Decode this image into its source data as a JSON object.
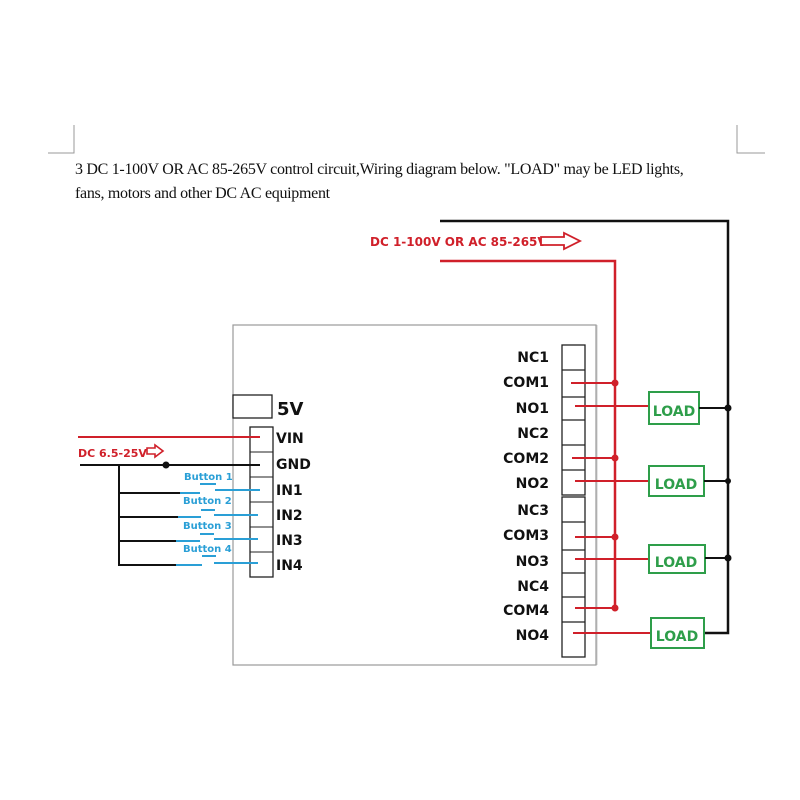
{
  "description": {
    "line1": "3 DC 1-100V OR AC 85-265V control circuit,Wiring diagram below. \"LOAD\" may be LED lights,",
    "line2": "fans, motors and other DC AC equipment"
  },
  "colors": {
    "power_red": "#d0202a",
    "wire_black": "#111111",
    "button_blue": "#2a9fd6",
    "load_green": "#2e9e4a",
    "board_gray": "#9a9a9a"
  },
  "supply": {
    "main_label": "DC 1-100V OR AC 85-265V",
    "input_label": "DC 6.5-25V"
  },
  "board": {
    "jumper_label": "5V",
    "left_pins": [
      "VIN",
      "GND",
      "IN1",
      "IN2",
      "IN3",
      "IN4"
    ],
    "right_pins": [
      "NC1",
      "COM1",
      "NO1",
      "NC2",
      "COM2",
      "NO2",
      "NC3",
      "COM3",
      "NO3",
      "NC4",
      "COM4",
      "NO4"
    ]
  },
  "buttons": [
    "Button 1",
    "Button 2",
    "Button 3",
    "Button 4"
  ],
  "loads": [
    "LOAD",
    "LOAD",
    "LOAD",
    "LOAD"
  ]
}
